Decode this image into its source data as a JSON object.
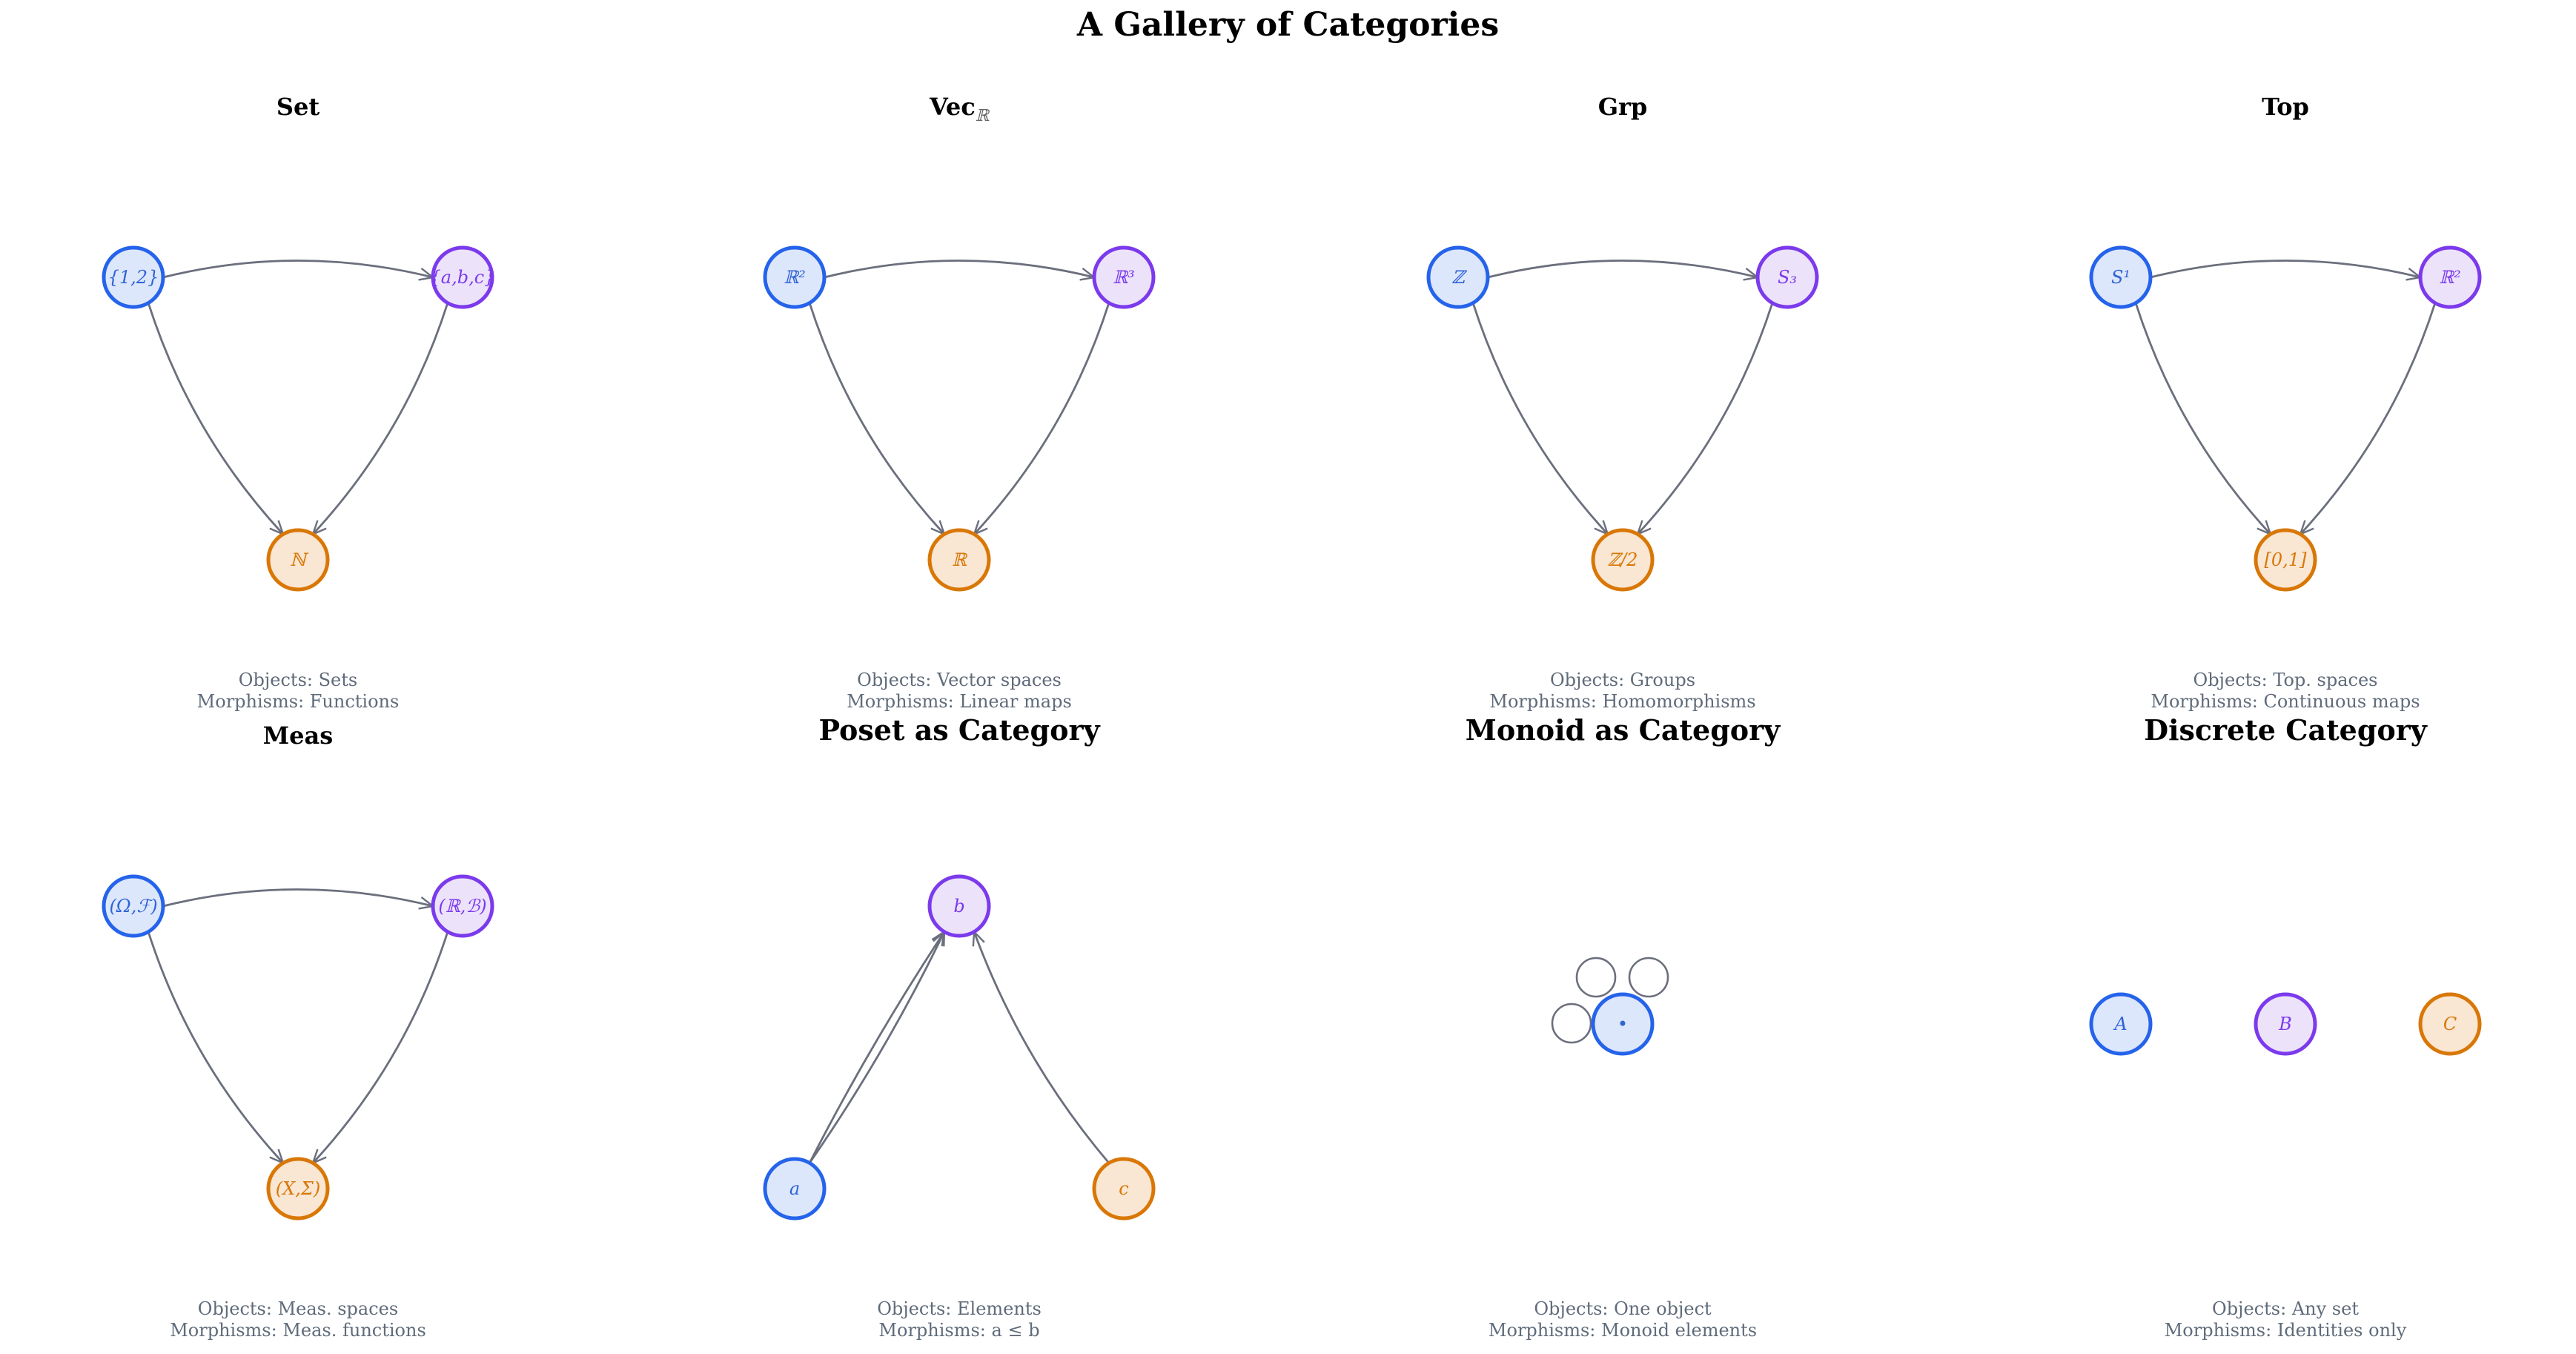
{
  "title": "A Gallery of Categories",
  "colors": {
    "blue": {
      "stroke": "#2563eb",
      "fill": "#dde7fb",
      "text": "#2f63d6"
    },
    "purple": {
      "stroke": "#7c3aed",
      "fill": "#ece3fb",
      "text": "#7c3aed"
    },
    "orange": {
      "stroke": "#d97706",
      "fill": "#f9e6d3",
      "text": "#d97706"
    },
    "edge": "#6b6f7d",
    "caption": "#5f6b7a"
  },
  "panels": [
    {
      "id": "set",
      "title": "Set",
      "title_sub": "",
      "title_size": "sm",
      "nodes": [
        {
          "label": "{1,2}",
          "color": "blue"
        },
        {
          "label": "{a,b,c}",
          "color": "purple"
        },
        {
          "label": "ℕ",
          "color": "orange"
        }
      ],
      "edges": [
        [
          0,
          1
        ],
        [
          0,
          2
        ],
        [
          1,
          2
        ]
      ],
      "caption": [
        "Objects: Sets",
        "Morphisms: Functions"
      ]
    },
    {
      "id": "vec",
      "title": "Vec",
      "title_sub": "ℝ",
      "title_size": "sm",
      "nodes": [
        {
          "label": "ℝ²",
          "color": "blue"
        },
        {
          "label": "ℝ³",
          "color": "purple"
        },
        {
          "label": "ℝ",
          "color": "orange"
        }
      ],
      "edges": [
        [
          0,
          1
        ],
        [
          0,
          2
        ],
        [
          1,
          2
        ]
      ],
      "caption": [
        "Objects: Vector spaces",
        "Morphisms: Linear maps"
      ]
    },
    {
      "id": "grp",
      "title": "Grp",
      "title_sub": "",
      "title_size": "sm",
      "nodes": [
        {
          "label": "ℤ",
          "color": "blue"
        },
        {
          "label": "S₃",
          "color": "purple"
        },
        {
          "label": "ℤ/2",
          "color": "orange"
        }
      ],
      "edges": [
        [
          0,
          1
        ],
        [
          0,
          2
        ],
        [
          1,
          2
        ]
      ],
      "caption": [
        "Objects: Groups",
        "Morphisms: Homomorphisms"
      ]
    },
    {
      "id": "top",
      "title": "Top",
      "title_sub": "",
      "title_size": "sm",
      "nodes": [
        {
          "label": "S¹",
          "color": "blue"
        },
        {
          "label": "ℝ²",
          "color": "purple"
        },
        {
          "label": "[0,1]",
          "color": "orange"
        }
      ],
      "edges": [
        [
          0,
          1
        ],
        [
          0,
          2
        ],
        [
          1,
          2
        ]
      ],
      "caption": [
        "Objects: Top. spaces",
        "Morphisms: Continuous maps"
      ]
    },
    {
      "id": "meas",
      "title": "Meas",
      "title_sub": "",
      "title_size": "sm",
      "nodes": [
        {
          "label": "(Ω,ℱ)",
          "color": "blue"
        },
        {
          "label": "(ℝ,ℬ)",
          "color": "purple"
        },
        {
          "label": "(X,Σ)",
          "color": "orange"
        }
      ],
      "edges": [
        [
          0,
          1
        ],
        [
          0,
          2
        ],
        [
          1,
          2
        ]
      ],
      "caption": [
        "Objects: Meas. spaces",
        "Morphisms: Meas. functions"
      ]
    },
    {
      "id": "poset",
      "title": "Poset as Category",
      "title_sub": "",
      "title_size": "lg",
      "nodes": [
        {
          "label": "b",
          "color": "purple"
        },
        {
          "label": "a",
          "color": "blue"
        },
        {
          "label": "c",
          "color": "orange"
        }
      ],
      "caption": [
        "Objects: Elements",
        "Morphisms: a ≤ b"
      ]
    },
    {
      "id": "monoid",
      "title": "Monoid as Category",
      "title_sub": "",
      "title_size": "lg",
      "nodes": [
        {
          "label": "•",
          "color": "blue"
        }
      ],
      "caption": [
        "Objects: One object",
        "Morphisms: Monoid elements"
      ]
    },
    {
      "id": "discrete",
      "title": "Discrete Category",
      "title_sub": "",
      "title_size": "lg",
      "nodes": [
        {
          "label": "A",
          "color": "blue"
        },
        {
          "label": "B",
          "color": "purple"
        },
        {
          "label": "C",
          "color": "orange"
        }
      ],
      "caption": [
        "Objects: Any set",
        "Morphisms: Identities only"
      ]
    }
  ]
}
